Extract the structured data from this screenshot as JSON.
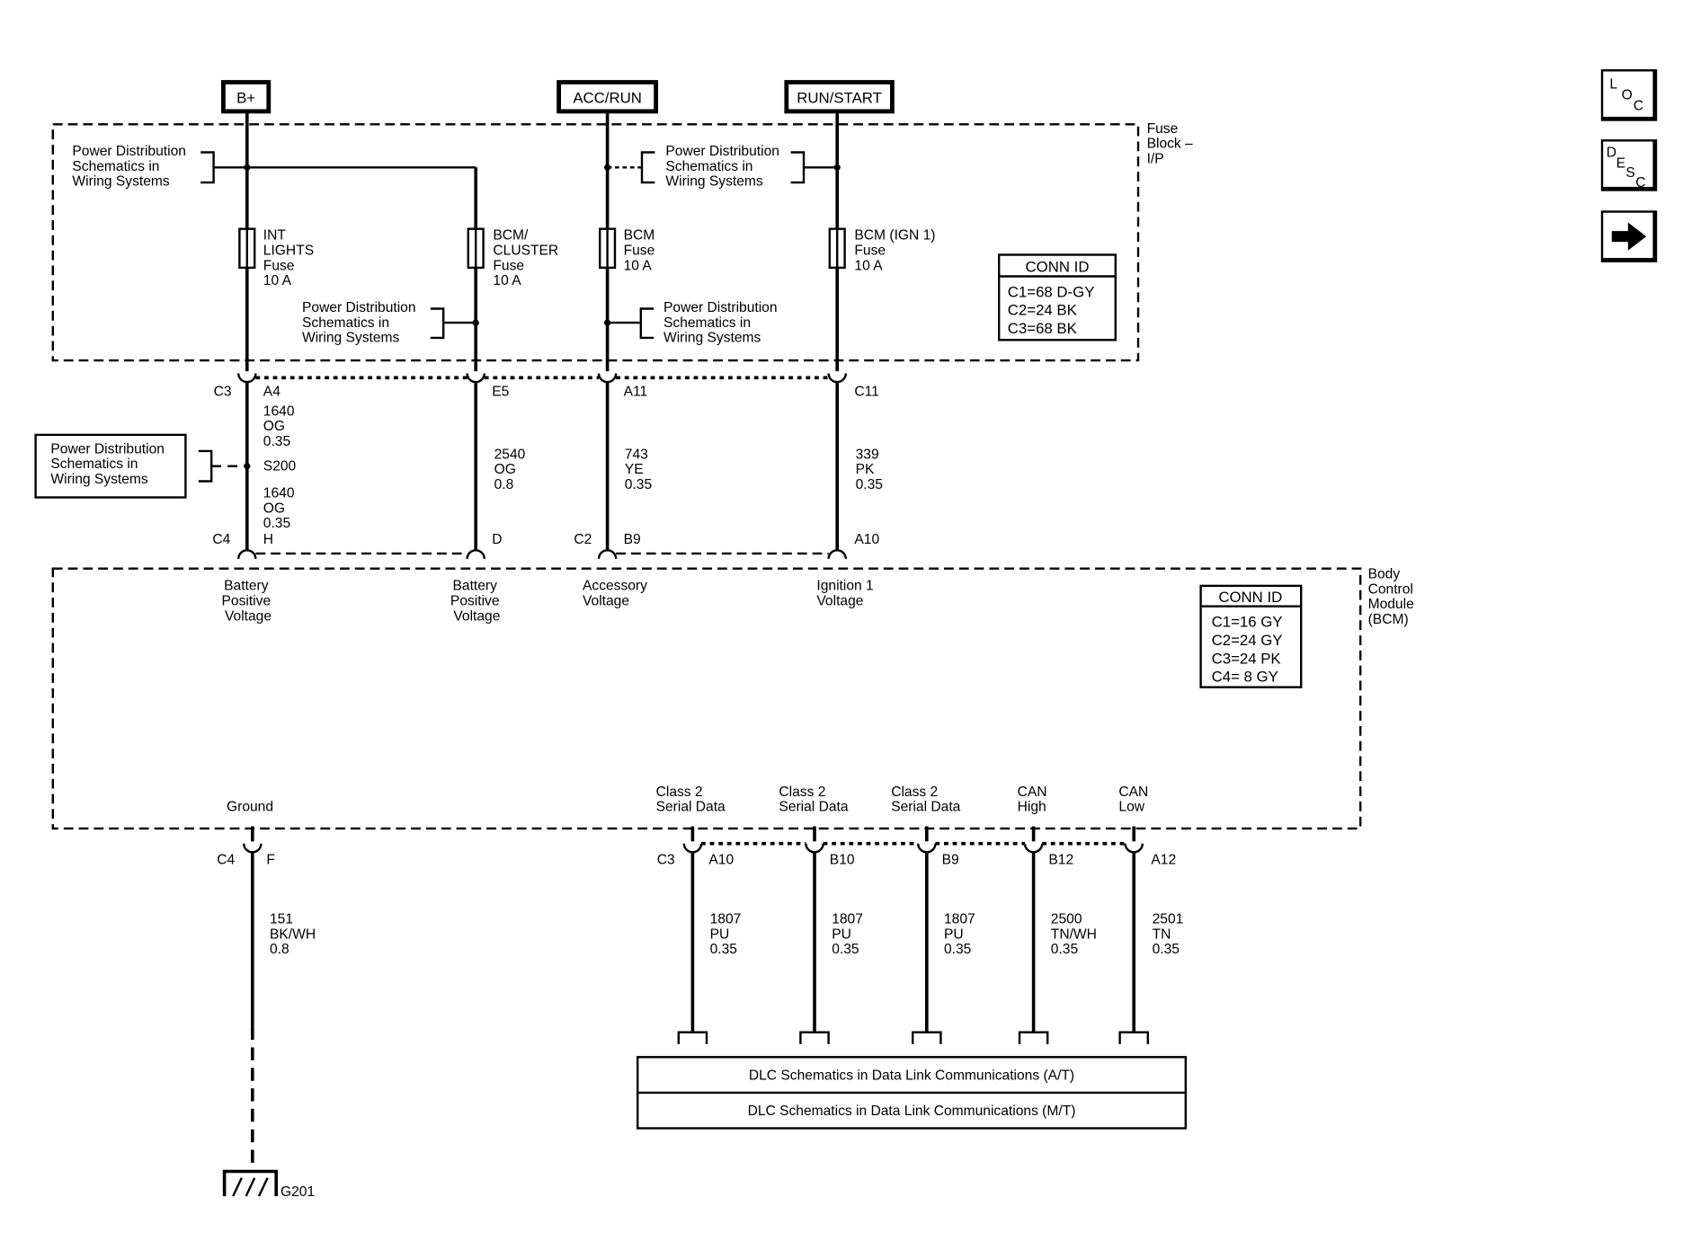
{
  "power_sources": [
    "B+",
    "ACC/RUN",
    "RUN/START"
  ],
  "fuse_block_label": [
    "Fuse",
    "Block –",
    "I/P"
  ],
  "bcm_label": [
    "Body",
    "Control",
    "Module",
    "(BCM)"
  ],
  "pd_ref": [
    "Power Distribution",
    "Schematics in",
    "Wiring Systems"
  ],
  "fuses": [
    [
      "INT",
      "LIGHTS",
      "Fuse",
      "10 A"
    ],
    [
      "BCM/",
      "CLUSTER",
      "Fuse",
      "10 A"
    ],
    [
      "BCM",
      "Fuse",
      "10 A"
    ],
    [
      "BCM (IGN 1)",
      "Fuse",
      "10 A"
    ]
  ],
  "fuse_conn_id": {
    "title": "CONN ID",
    "rows": [
      "C1=68 D-GY",
      "C2=24 BK",
      "C3=68 BK"
    ]
  },
  "bcm_conn_id": {
    "title": "CONN ID",
    "rows": [
      "C1=16 GY",
      "C2=24 GY",
      "C3=24 PK",
      "C4=  8 GY"
    ]
  },
  "upper_pins": {
    "top_conn": "C3",
    "top": [
      "A4",
      "E5",
      "A11",
      "C11"
    ],
    "bot_conn": [
      "C4",
      "C2"
    ],
    "bot": [
      "H",
      "D",
      "B9",
      "A10"
    ]
  },
  "splice": "S200",
  "upper_wires": [
    [
      "1640",
      "OG",
      "0.35"
    ],
    [
      "1640",
      "OG",
      "0.35"
    ],
    [
      "2540",
      "OG",
      "0.8"
    ],
    [
      "743",
      "YE",
      "0.35"
    ],
    [
      "339",
      "PK",
      "0.35"
    ]
  ],
  "bcm_inputs": [
    [
      "Battery",
      "Positive",
      "Voltage"
    ],
    [
      "Battery",
      "Positive",
      "Voltage"
    ],
    [
      "Accessory",
      "Voltage"
    ],
    [
      "Ignition 1",
      "Voltage"
    ]
  ],
  "bcm_outputs": {
    "ground": "Ground",
    "data": [
      [
        "Class 2",
        "Serial Data"
      ],
      [
        "Class 2",
        "Serial Data"
      ],
      [
        "Class 2",
        "Serial Data"
      ],
      [
        "CAN",
        "High"
      ],
      [
        "CAN",
        "Low"
      ]
    ]
  },
  "lower_pins": {
    "ground_conn": "C4",
    "ground_pin": "F",
    "data_conn": "C3",
    "data": [
      "A10",
      "B10",
      "B9",
      "B12",
      "A12"
    ]
  },
  "lower_wires": [
    [
      "151",
      "BK/WH",
      "0.8"
    ],
    [
      "1807",
      "PU",
      "0.35"
    ],
    [
      "1807",
      "PU",
      "0.35"
    ],
    [
      "1807",
      "PU",
      "0.35"
    ],
    [
      "2500",
      "TN/WH",
      "0.35"
    ],
    [
      "2501",
      "TN",
      "0.35"
    ]
  ],
  "ground_point": "G201",
  "dlc_refs": [
    "DLC Schematics in Data Link Communications (A/T)",
    "DLC Schematics in Data Link Communications (M/T)"
  ],
  "nav": {
    "loc": [
      "L",
      "O",
      "C"
    ],
    "desc": [
      "D",
      "E",
      "S",
      "C"
    ],
    "next_icon": "arrow-right-icon"
  }
}
